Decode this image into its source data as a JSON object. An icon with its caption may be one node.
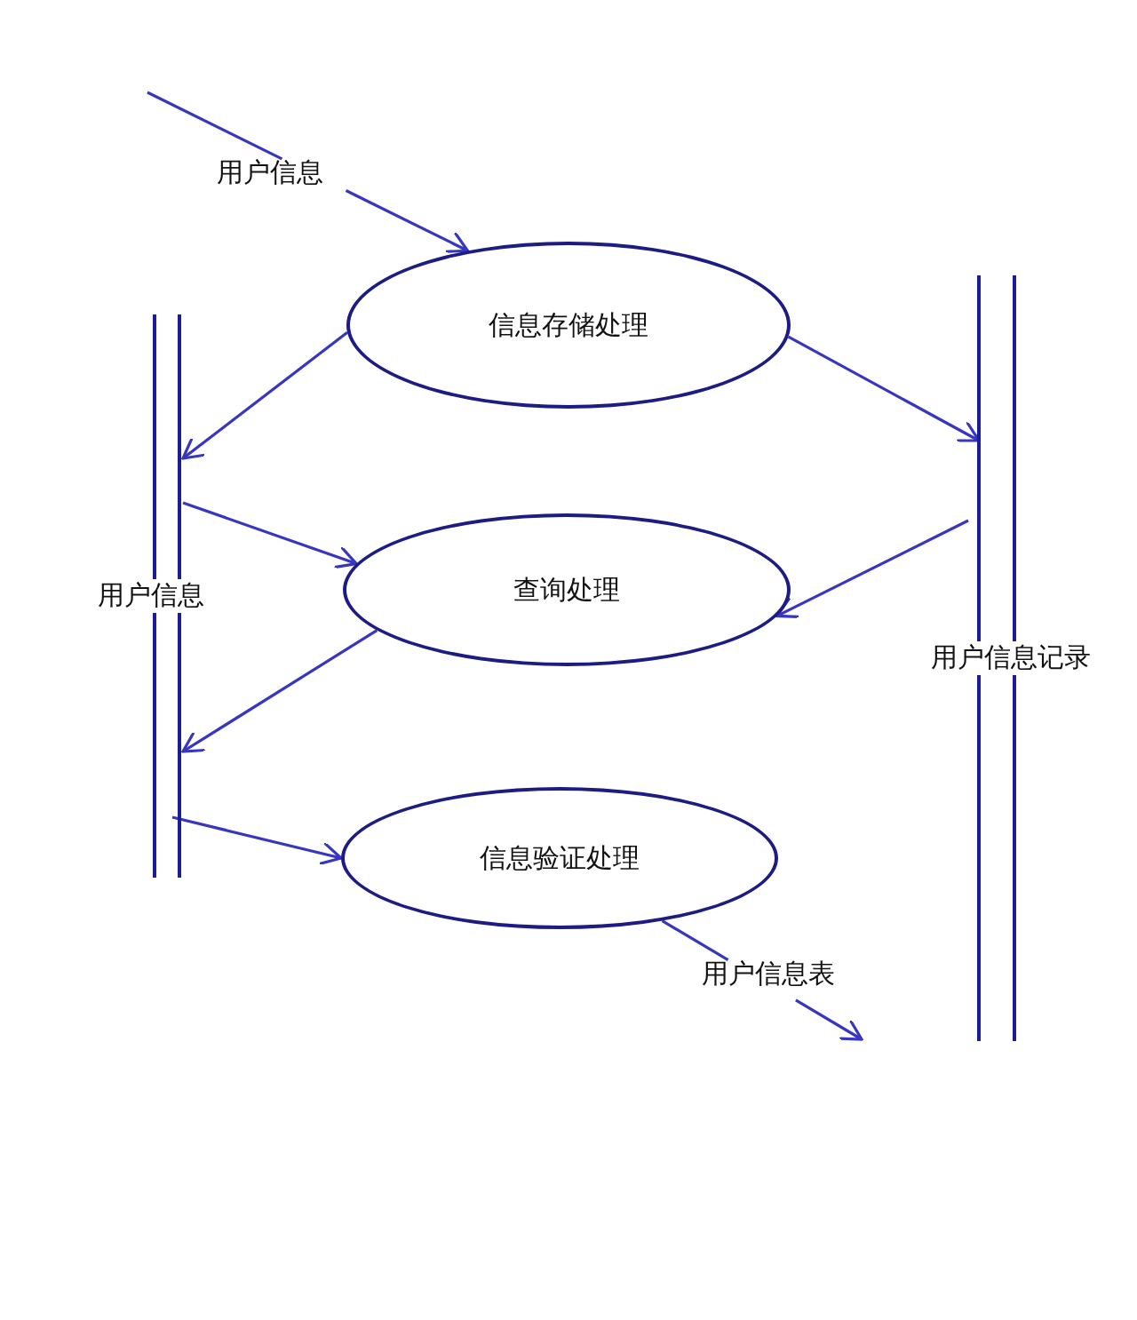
{
  "diagram": {
    "nodes": [
      {
        "text": [
          "信息存储处理"
        ]
      },
      {
        "text": [
          "查询处理"
        ]
      },
      {
        "text": [
          "信息验证处理"
        ]
      },
      {
        "text": [
          "用户信息"
        ]
      },
      {
        "text": [
          "用户信息记录"
        ]
      }
    ],
    "edges": [
      {
        "from": null,
        "to": 0,
        "arrow": "to",
        "label": "用户信息"
      },
      {
        "from": 0,
        "to": 3,
        "arrow": "to"
      },
      {
        "from": 0,
        "to": 4,
        "arrow": "to"
      },
      {
        "from": 3,
        "to": 1,
        "arrow": "to"
      },
      {
        "from": 4,
        "to": 1,
        "arrow": "to"
      },
      {
        "from": 1,
        "to": 3,
        "arrow": "to"
      },
      {
        "from": 3,
        "to": 2,
        "arrow": "to"
      },
      {
        "from": 2,
        "to": null,
        "arrow": "to",
        "label": "用户信息表"
      }
    ]
  }
}
